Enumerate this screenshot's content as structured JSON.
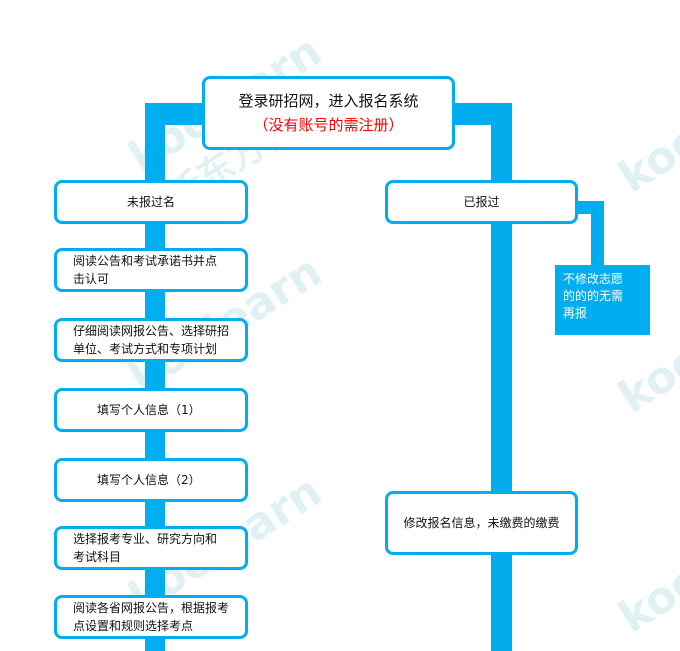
{
  "colors": {
    "accent": "#00aeef",
    "warning_text": "#ff0000",
    "watermark": "#e0f1f4"
  },
  "watermark": {
    "latin": "koolearn",
    "chinese": "新东方在线"
  },
  "start": {
    "line1": "登录研招网，进入报名系统",
    "line2": "（没有账号的需注册）"
  },
  "left_branch": {
    "header": "未报过名",
    "steps": [
      {
        "line1": "阅读公告和考试承诺书并点",
        "line2": "击认可"
      },
      {
        "line1": "仔细阅读网报公告、选择研招",
        "line2": "单位、考试方式和专项计划"
      },
      {
        "line1": "填写个人信息（1）",
        "line2": ""
      },
      {
        "line1": "填写个人信息（2）",
        "line2": ""
      },
      {
        "line1": "选择报考专业、研究方向和",
        "line2": "考试科目"
      },
      {
        "line1": "阅读各省网报公告，根据报考",
        "line2": "点设置和规则选择考点"
      }
    ]
  },
  "right_branch": {
    "header": "已报过",
    "note": {
      "line1": "不修改志愿",
      "line2": "的的的无需",
      "line3": "再报"
    },
    "step": "修改报名信息，未缴费的缴费"
  }
}
